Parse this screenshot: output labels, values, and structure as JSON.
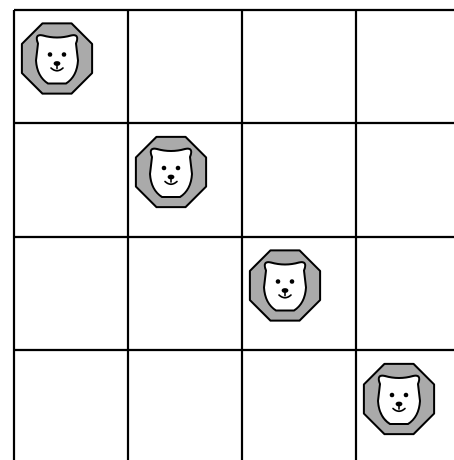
{
  "board": {
    "rows": 4,
    "cols": 4,
    "background": "#ffffff",
    "line_color": "#000000",
    "pieces": [
      {
        "type": "lion",
        "row": 0,
        "col": 0
      },
      {
        "type": "lion",
        "row": 1,
        "col": 1
      },
      {
        "type": "lion",
        "row": 2,
        "col": 2
      },
      {
        "type": "lion",
        "row": 3,
        "col": 3
      }
    ]
  },
  "piece_style": {
    "icon": "lion-icon",
    "mane_color": "#aaaaaa",
    "face_color": "#ffffff",
    "outline_color": "#000000"
  }
}
